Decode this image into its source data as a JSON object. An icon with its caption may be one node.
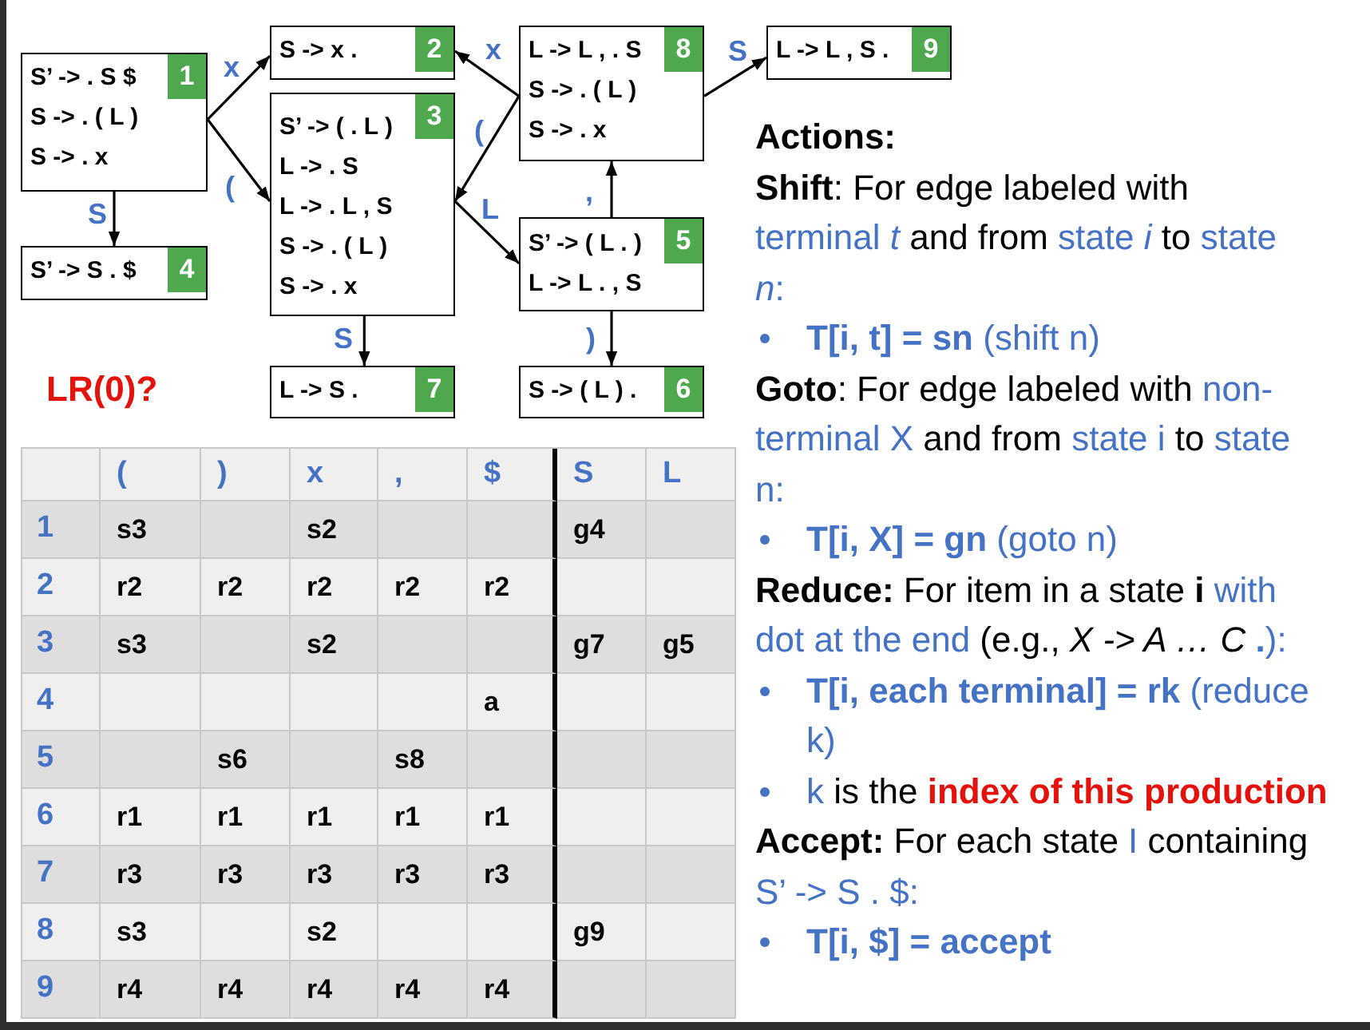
{
  "diagram": {
    "nodes": [
      {
        "text": [
          "S’ -> . S $",
          "S -> . ( L )",
          "S -> . x"
        ]
      },
      {
        "text": [
          "1"
        ],
        "in": 0
      },
      {
        "text": [
          "S -> x ."
        ]
      },
      {
        "text": [
          "2"
        ],
        "in": 2
      },
      {
        "text": [
          "S’ -> ( . L )",
          "L -> . S",
          "L -> . L , S",
          "S -> . ( L )",
          "S -> . x"
        ]
      },
      {
        "text": [
          "3"
        ],
        "in": 4
      },
      {
        "text": [
          "S’ -> S . $"
        ]
      },
      {
        "text": [
          "4"
        ],
        "in": 6
      },
      {
        "text": [
          "S’ -> ( L . )",
          "L -> L . , S"
        ]
      },
      {
        "text": [
          "5"
        ],
        "in": 8
      },
      {
        "text": [
          "S -> ( L ) ."
        ]
      },
      {
        "text": [
          "6"
        ],
        "in": 10
      },
      {
        "text": [
          "L -> S ."
        ]
      },
      {
        "text": [
          "7"
        ],
        "in": 12
      },
      {
        "text": [
          "L -> L , . S",
          "S -> . ( L )",
          "S -> . x"
        ]
      },
      {
        "text": [
          "8"
        ],
        "in": 14
      },
      {
        "text": [
          "L -> L , S ."
        ]
      },
      {
        "text": [
          "9"
        ],
        "in": 16
      }
    ],
    "edges": [
      {
        "from": 0,
        "to": 2,
        "label": "x",
        "arrow": "to"
      },
      {
        "from": 0,
        "to": 4,
        "label": "(",
        "arrow": "to"
      },
      {
        "from": 0,
        "to": 6,
        "label": "S",
        "arrow": "to"
      },
      {
        "from": 4,
        "to": 12,
        "label": "S",
        "arrow": "to"
      },
      {
        "from": 14,
        "to": 2,
        "label": "x",
        "arrow": "to"
      },
      {
        "from": 14,
        "to": 4,
        "label": "(",
        "arrow": "to"
      },
      {
        "from": 4,
        "to": 8,
        "label": "L",
        "arrow": "to"
      },
      {
        "from": 8,
        "to": 14,
        "label": ",",
        "arrow": "to"
      },
      {
        "from": 8,
        "to": 10,
        "label": ")",
        "arrow": "to"
      },
      {
        "from": 14,
        "to": 16,
        "label": "S",
        "arrow": "to"
      }
    ],
    "labels": [
      "LR(0)?",
      "(",
      ")",
      "x",
      ",",
      "$",
      "S",
      "L",
      "1",
      "s3",
      "s2",
      "g4",
      "2",
      "r2",
      "r2",
      "r2",
      "r2",
      "r2",
      "3",
      "s3",
      "s2",
      "g7",
      "g5",
      "4",
      "a",
      "5",
      "s6",
      "s8",
      "6",
      "r1",
      "r1",
      "r1",
      "r1",
      "r1",
      "7",
      "r3",
      "r3",
      "r3",
      "r3",
      "r3",
      "8",
      "s3",
      "s2",
      "g9",
      "9",
      "r4",
      "r4",
      "r4",
      "r4",
      "r4",
      "Actions:",
      "**Shift**: For edge labeled with terminal *t* and from state *i* to state *n*:",
      "**T[i, t] = sn** (shift n)",
      "**Goto**: For edge labeled with non-terminal X and from state i to state n:",
      "**T[i, X] = gn** (goto n)",
      "**Reduce:** For item in a state **i** with dot at the end (e.g., *X -> A … C* **.**):",
      "**T[i, each terminal] = rk** (reduce k)",
      "k is the **index of this production**",
      "**Accept:** For each state I containing S’ -> S . $:",
      "T[i, $] = accept"
    ]
  }
}
